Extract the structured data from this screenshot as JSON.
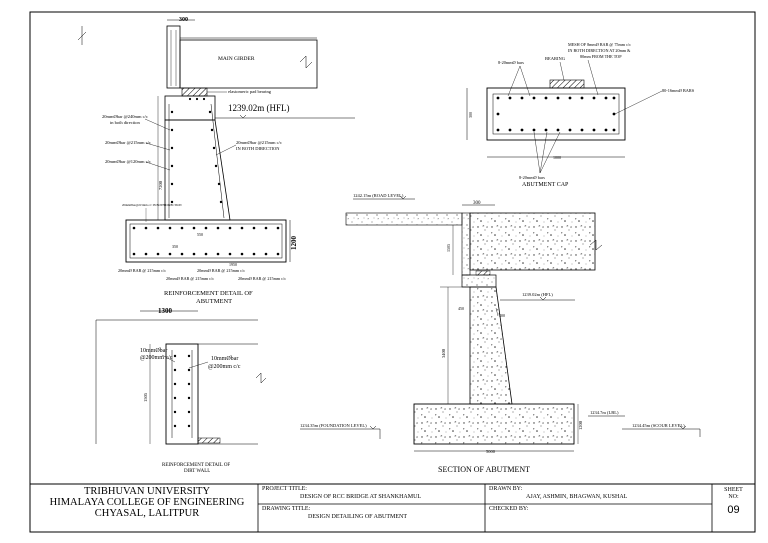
{
  "drawing": {
    "abutment_detail": {
      "title": "REINFORCEMENT DETAIL OF ABUTMENT",
      "title_line1": "REINFORCEMENT DETAIL OF",
      "title_line2": "ABUTMENT",
      "main_girder": "MAIN GIRDER",
      "pad_bearing": "elastomeric pad bearing",
      "hfl": "1239.02m (HFL)",
      "dim_top": "300",
      "dim_footing": "1200",
      "dim_7200": "7200",
      "note_20mm_240": "20mmØbar @240mm c/c",
      "note_both_dir": "in both direction",
      "note_20mm_215": "20mmØbar @215mm c/c",
      "note_20mm_120": "20mmØbar @120mm c/c",
      "note_20mm_215b": "20mmØbar @215mm c/c",
      "note_in_both_dir": "IN BOTH DIRECTION",
      "note_small": "20mmØbar@215mm c/c IN BOTH DIRECTION",
      "footing_1": "20mmØ BAR @ 215mm c/c",
      "footing_2": "20mmØ BAR @ 215mm c/c",
      "footing_3": "20mmØ BAR @ 215mm c/c",
      "footing_4": "20mmØ BAR @ 215mm c/c",
      "dim_550": "550",
      "dim_350": "350",
      "dim_1950": "1950"
    },
    "abutment_cap": {
      "title": "ABUTMENT CAP",
      "mesh_note": "MESH OF 8mmØ BAR @ 75mm c/c IN BOTH DIRECTION AT 20mm & 80mm FROM THE TOP",
      "mesh_l1": "MESH OF 8mmØ BAR @ 75mm c/c",
      "mesh_l2": "IN BOTH DIRECTION AT 20mm &",
      "mesh_l3": "80mm FROM THE TOP",
      "bearing": "BEARING",
      "bars_top": "8-20mmØ bars",
      "bars_side": "80-16mmØ BARS",
      "bars_bottom": "8-20mmØ bars",
      "dim_height": "300",
      "dim_width": "1000"
    },
    "dirt_wall": {
      "title_line1": "REINFORCEMENT DETAIL OF",
      "title_line2": "DIRT WALL",
      "dim_top": "1300",
      "dim_side": "1505",
      "bar_left_1": "10mmØbar",
      "bar_left_2": "@200mm c/c",
      "bar_right_1": "10mmØbar",
      "bar_right_2": "@200mm c/c"
    },
    "section": {
      "title": "SECTION OF ABUTMENT",
      "road_level": "1242.15m (ROAD LEVEL)",
      "dim_300": "300",
      "dim_1505": "1505",
      "hfl": "1239.02m (HFL)",
      "dim_400": "400",
      "dim_450": "450",
      "dim_3400": "3400",
      "foundation": "1234.35m (FOUNDATION LEVEL)",
      "lbl": "1234.7m (LBL)",
      "scour": "1234.45m (SCOUR LEVEL)",
      "dim_1200": "1200",
      "dim_5000": "5000"
    }
  },
  "title_block": {
    "university_line1": "TRIBHUVAN UNIVERSITY",
    "university_line2": "HIMALAYA COLLEGE OF ENGINEERING",
    "university_line3": "CHYASAL, LALITPUR",
    "project_label": "PROJECT TITLE:",
    "project_value": "DESIGN OF RCC BRIDGE AT SHANKHAMUL",
    "drawing_label": "DRAWING TITLE:",
    "drawing_value": "DESIGN DETAILING OF ABUTMENT",
    "drawn_label": "DRAWN BY:",
    "drawn_value": "AJAY, ASHMIN, BHAGWAN, KUSHAL",
    "checked_label": "CHECKED BY:",
    "checked_value": "",
    "sheet_label_1": "SHEET",
    "sheet_label_2": "NO:",
    "sheet_value": "09"
  }
}
